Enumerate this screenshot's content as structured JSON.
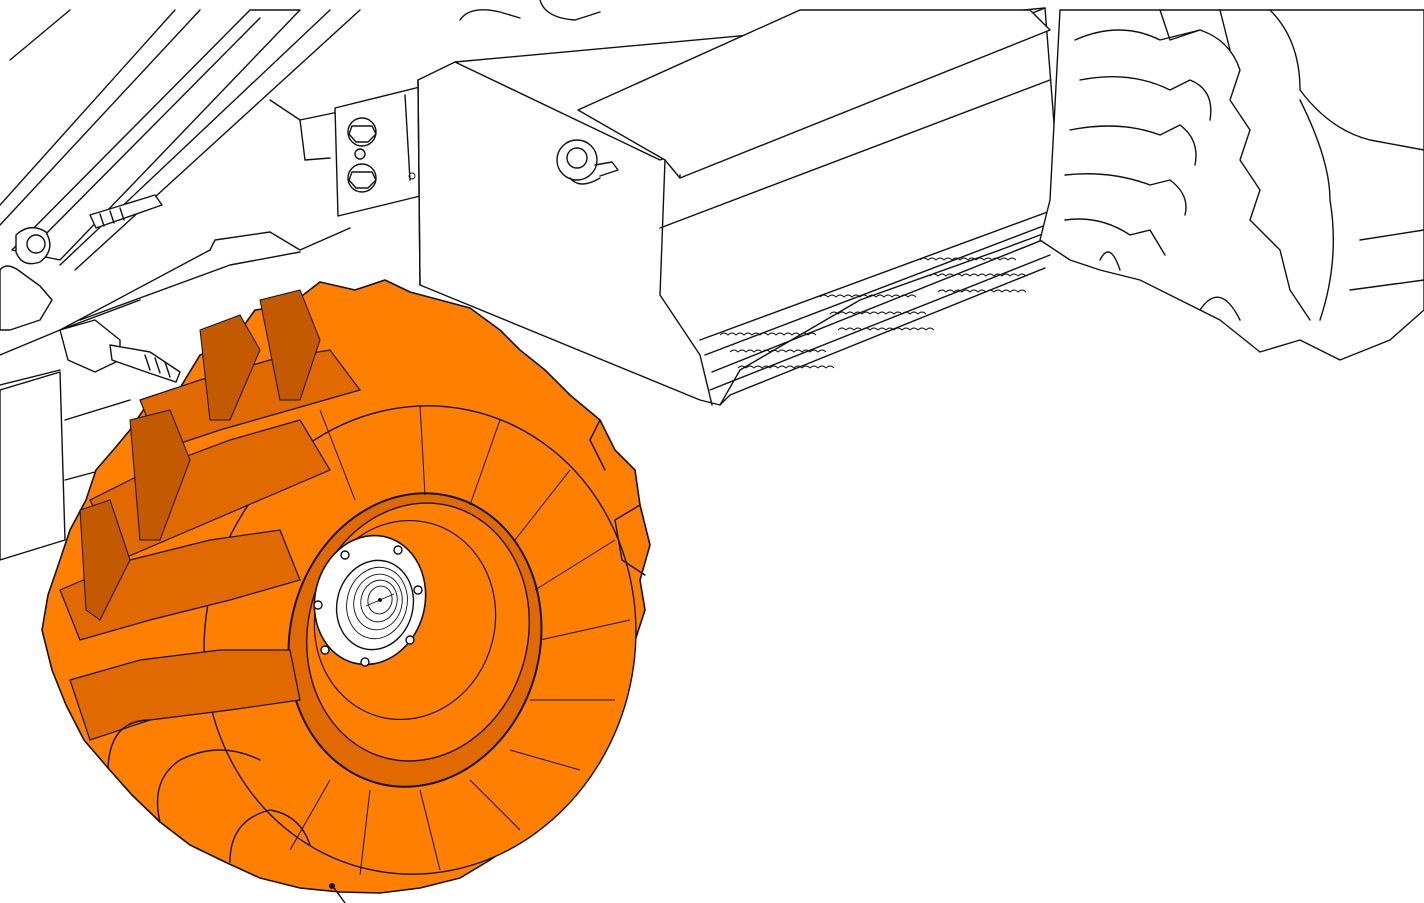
{
  "colors": {
    "background": "#ffffff",
    "line": "#111111",
    "highlight": "#ff8000",
    "highlight_dark": "#e06a00",
    "highlight_shadow": "#c45a00"
  },
  "parts": [
    "loader-arm",
    "mounting-bracket",
    "fuel-tank-step",
    "rear-tire",
    "highlighted-front-tire",
    "wheel-rim",
    "wheel-hub"
  ]
}
